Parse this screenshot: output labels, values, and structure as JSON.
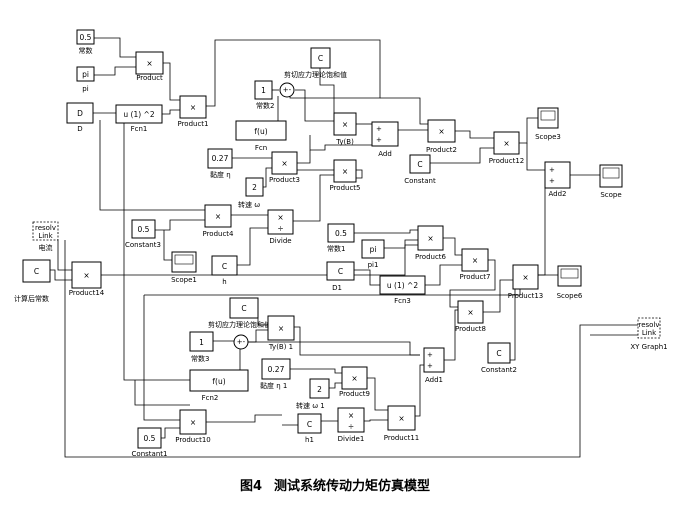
{
  "caption": {
    "fig": "图4",
    "title": "测试系统传动力矩仿真模型"
  },
  "blocks": {
    "c05_top": {
      "value": "0.5",
      "label": "常数"
    },
    "pi_top": {
      "value": "pi",
      "label": "pi"
    },
    "product": {
      "label": "Product"
    },
    "D": {
      "value": "D",
      "label": "D"
    },
    "fcn1": {
      "expr": "u (1) ^2",
      "label": "Fcn1"
    },
    "product1": {
      "label": "Product1"
    },
    "const2": {
      "value": "1",
      "label": "常数2"
    },
    "sum1": {
      "label": "+-"
    },
    "fcn": {
      "expr": "f(u)",
      "label": "Fcn"
    },
    "shear_c": {
      "value": "C",
      "label": "剪切应力理论饱和值"
    },
    "ty_b": {
      "label": "Ty(B)"
    },
    "add": {
      "label": "Add"
    },
    "product2": {
      "label": "Product2"
    },
    "constant": {
      "value": "C",
      "label": "Constant"
    },
    "product12": {
      "label": "Product12"
    },
    "scope3": {
      "label": "Scope3"
    },
    "add2": {
      "label": "Add2"
    },
    "scope": {
      "label": "Scope"
    },
    "visc": {
      "value": "0.27",
      "label": "黏度 η"
    },
    "product3": {
      "label": "Product3"
    },
    "speed": {
      "value": "2",
      "label": "转速 ω"
    },
    "product5": {
      "label": "Product5"
    },
    "constant3": {
      "value": "0.5",
      "label": "Constant3"
    },
    "product4": {
      "label": "Product4"
    },
    "divide": {
      "label": "Divide"
    },
    "scope1": {
      "label": "Scope1"
    },
    "h": {
      "value": "C",
      "label": "h"
    },
    "resolv_top": {
      "text": "resolv Link",
      "label": "电流"
    },
    "const_calc": {
      "value": "C",
      "label": "计算后常数"
    },
    "product14": {
      "label": "Product14"
    },
    "const1_mid": {
      "value": "0.5",
      "label": "常数1"
    },
    "pi1": {
      "value": "pi",
      "label": "pi1"
    },
    "product6": {
      "label": "Product6"
    },
    "D1": {
      "value": "C",
      "label": "D1"
    },
    "fcn3": {
      "expr": "u (1) ^2",
      "label": "Fcn3"
    },
    "product7": {
      "label": "Product7"
    },
    "product8": {
      "label": "Product8"
    },
    "product13": {
      "label": "Product13"
    },
    "scope6": {
      "label": "Scope6"
    },
    "shear_c2": {
      "value": "C",
      "label": "剪切应力理论饱和值"
    },
    "const3": {
      "value": "1",
      "label": "常数3"
    },
    "sum2": {
      "label": "+-"
    },
    "ty_b1": {
      "label": "Ty(B) 1"
    },
    "fcn2": {
      "expr": "f(u)",
      "label": "Fcn2"
    },
    "add1": {
      "label": "Add1"
    },
    "constant2": {
      "value": "C",
      "label": "Constant2"
    },
    "resolv_bot": {
      "text": "resolv Link",
      "label": "XY Graph1"
    },
    "visc1": {
      "value": "0.27",
      "label": "黏度 η 1"
    },
    "speed1": {
      "value": "2",
      "label": "转速 ω 1"
    },
    "product9": {
      "label": "Product9"
    },
    "product10": {
      "label": "Product10"
    },
    "h1": {
      "value": "C",
      "label": "h1"
    },
    "divide1": {
      "label": "Divide1"
    },
    "product11": {
      "label": "Product11"
    },
    "constant1": {
      "value": "0.5",
      "label": "Constant1"
    }
  }
}
